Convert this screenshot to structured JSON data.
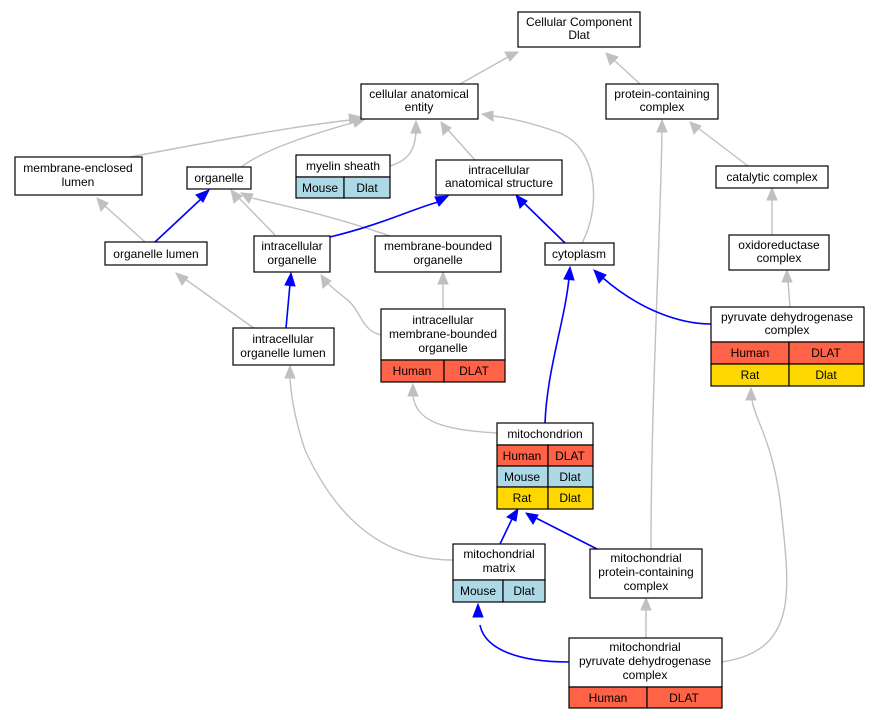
{
  "colors": {
    "human": "#fe6347",
    "mouse": "#add8e6",
    "rat": "#ffd700",
    "edge_is_a": "#c0c0c0",
    "edge_part_of": "#0000ff"
  },
  "nodes": {
    "root": {
      "line1": "Cellular Component",
      "line2": "Dlat"
    },
    "cae": {
      "line1": "cellular anatomical",
      "line2": "entity"
    },
    "pcc": {
      "line1": "protein-containing",
      "line2": "complex"
    },
    "mel": {
      "line1": "membrane-enclosed",
      "line2": "lumen"
    },
    "org": {
      "line1": "organelle"
    },
    "myelin": {
      "line1": "myelin sheath",
      "row1": [
        "Mouse",
        "Dlat"
      ]
    },
    "ias": {
      "line1": "intracellular",
      "line2": "anatomical structure"
    },
    "cat": {
      "line1": "catalytic complex"
    },
    "orgl": {
      "line1": "organelle lumen"
    },
    "io": {
      "line1": "intracellular",
      "line2": "organelle"
    },
    "mbo": {
      "line1": "membrane-bounded",
      "line2": "organelle"
    },
    "cyto": {
      "line1": "cytoplasm"
    },
    "oxi": {
      "line1": "oxidoreductase",
      "line2": "complex"
    },
    "iol": {
      "line1": "intracellular",
      "line2": "organelle lumen"
    },
    "imbo": {
      "line1": "intracellular",
      "line2": "membrane-bounded",
      "line3": "organelle",
      "row1": [
        "Human",
        "DLAT"
      ]
    },
    "pdh": {
      "line1": "pyruvate dehydrogenase",
      "line2": "complex",
      "row1": [
        "Human",
        "DLAT"
      ],
      "row2": [
        "Rat",
        "Dlat"
      ]
    },
    "mito": {
      "line1": "mitochondrion",
      "row1": [
        "Human",
        "DLAT"
      ],
      "row2": [
        "Mouse",
        "Dlat"
      ],
      "row3": [
        "Rat",
        "Dlat"
      ]
    },
    "mmat": {
      "line1": "mitochondrial",
      "line2": "matrix",
      "row1": [
        "Mouse",
        "Dlat"
      ]
    },
    "mpcc": {
      "line1": "mitochondrial",
      "line2": "protein-containing",
      "line3": "complex"
    },
    "mpdh": {
      "line1": "mitochondrial",
      "line2": "pyruvate dehydrogenase",
      "line3": "complex",
      "row1": [
        "Human",
        "DLAT"
      ]
    }
  }
}
